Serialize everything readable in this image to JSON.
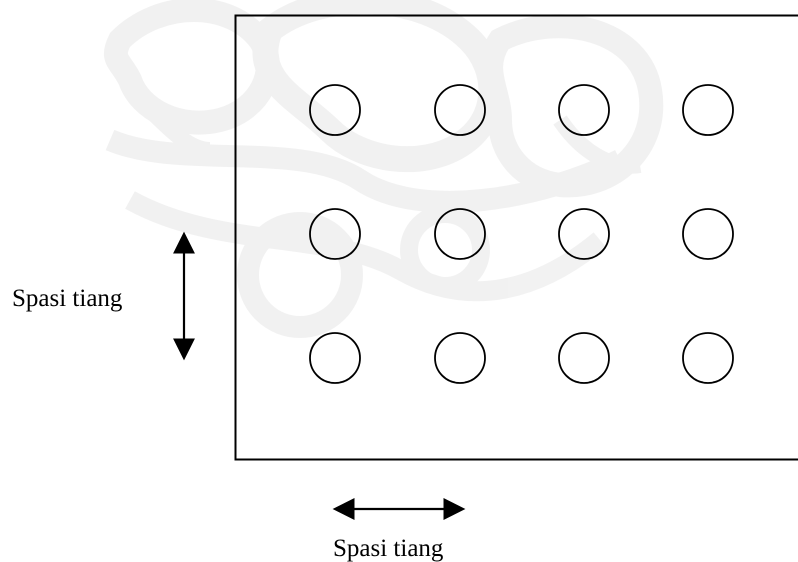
{
  "diagram": {
    "labels": {
      "vertical_spacing": "Spasi tiang",
      "horizontal_spacing": "Spasi tiang"
    },
    "pile_grid": {
      "rows": 3,
      "columns": 4
    },
    "colors": {
      "stroke": "#000000",
      "watermark": "#d9d9d9",
      "background": "#ffffff"
    }
  }
}
